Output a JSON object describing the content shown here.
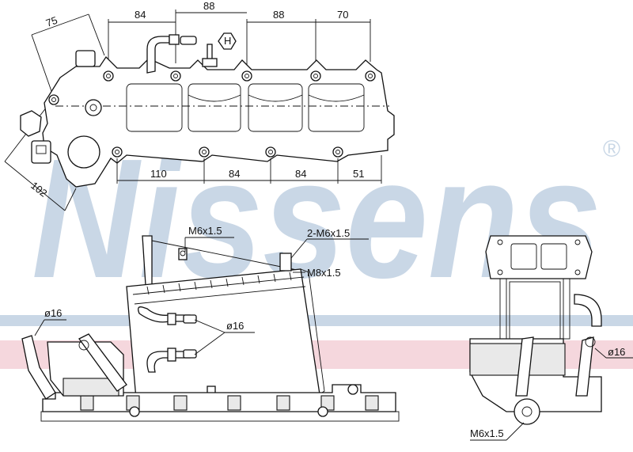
{
  "brand": {
    "watermark_text": "Nissens",
    "registered_mark": "®",
    "watermark_color": "#c9d7e6",
    "band_blue": "#c9d7e6",
    "band_pink": "#f2c9d1"
  },
  "top_view": {
    "dims_top": [
      "84",
      "88",
      "88",
      "70"
    ],
    "dims_bottom": [
      "110",
      "84",
      "84",
      "51"
    ],
    "dim_angle_top": "75",
    "dim_angle_left": "102"
  },
  "mid_view": {
    "thread_left": "M6x1.5",
    "thread_right": "2-M6x1.5",
    "thread_side": "M8x1.5",
    "pipe_dia": "ø16"
  },
  "left_view": {
    "pipe_dia": "ø16"
  },
  "right_view": {
    "pipe_dia": "ø16",
    "thread_bottom": "M6x1.5"
  }
}
